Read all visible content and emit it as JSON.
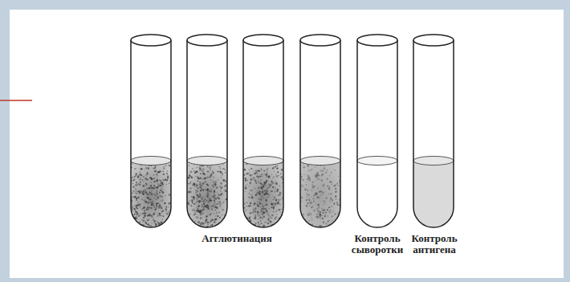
{
  "diagram": {
    "labels": [
      "Агглютинация",
      "Контроль сыворотки",
      "Контроль антигена"
    ]
  }
}
